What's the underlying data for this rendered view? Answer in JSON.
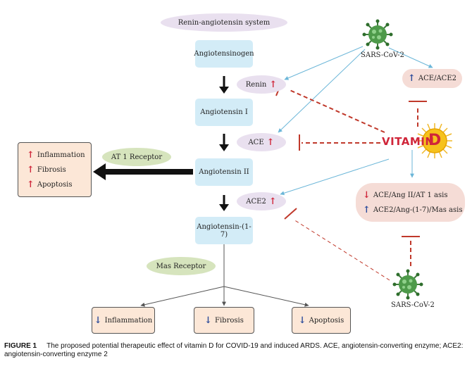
{
  "title": "Renin-angiotensin system",
  "pathway": [
    "Angiotensinogen",
    "Angiotensin I",
    "Angiotensin II",
    "Angiotensin-(1-7)"
  ],
  "enzymes": {
    "renin": "Renin",
    "ace": "ACE",
    "ace2": "ACE2"
  },
  "receptors": {
    "at1": "AT 1 Receptor",
    "mas": "Mas Receptor"
  },
  "virus_top": "SARS-CoV-2",
  "virus_bottom": "SARS-CoV-2",
  "ace_ratio": "ACE/ACE2",
  "vitamin": {
    "word": "VITAMIN",
    "letter": "D"
  },
  "axis_box": {
    "line1": "ACE/Ang II/AT 1 asis",
    "line2": "ACE2/Ang-(1-7)/Mas asis"
  },
  "at1_effects": [
    "Inflammation",
    "Fibrosis",
    "Apoptosis"
  ],
  "mas_effects": [
    "Inflammation",
    "Fibrosis",
    "Apoptosis"
  ],
  "caption": {
    "label": "FIGURE 1",
    "text": "The proposed potential therapeutic effect of vitamin D for COVID-19 and induced ARDS. ACE, angiotensin-converting enzyme; ACE2: angiotensin-converting enzyme 2"
  },
  "colors": {
    "up_arrow": "#d0263a",
    "down_arrow": "#2a4a9a",
    "inhibit": "#c0392b",
    "virus_link": "#6bb6d8"
  }
}
